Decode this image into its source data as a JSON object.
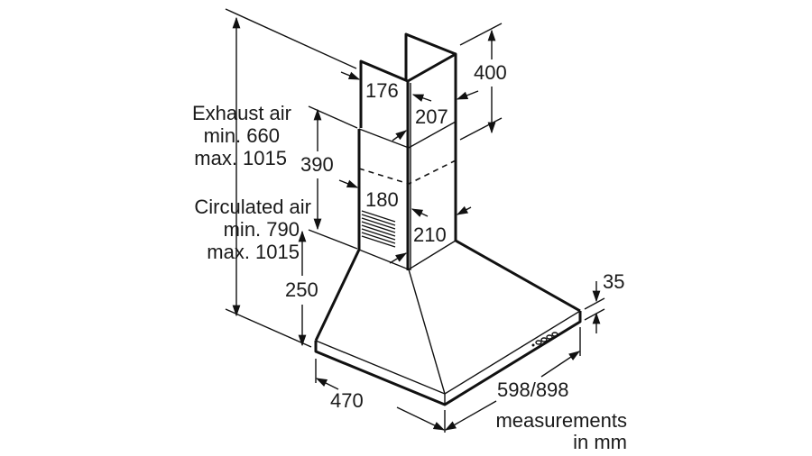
{
  "labels": {
    "exhaust_title": "Exhaust air",
    "exhaust_min": "min. 660",
    "exhaust_max": "max. 1015",
    "circulated_title": "Circulated air",
    "circulated_min": "min. 790",
    "circulated_max": "max. 1015",
    "units_line1": "measurements",
    "units_line2": "in mm"
  },
  "dimensions": {
    "upper_chimney_width": "176",
    "upper_chimney_depth": "207",
    "lower_chimney_width": "180",
    "lower_chimney_depth": "210",
    "chimney_overlap": "390",
    "upper_chimney_height": "400",
    "canopy_height": "250",
    "hood_depth": "470",
    "hood_width": "598/898",
    "skirt_height": "35"
  }
}
